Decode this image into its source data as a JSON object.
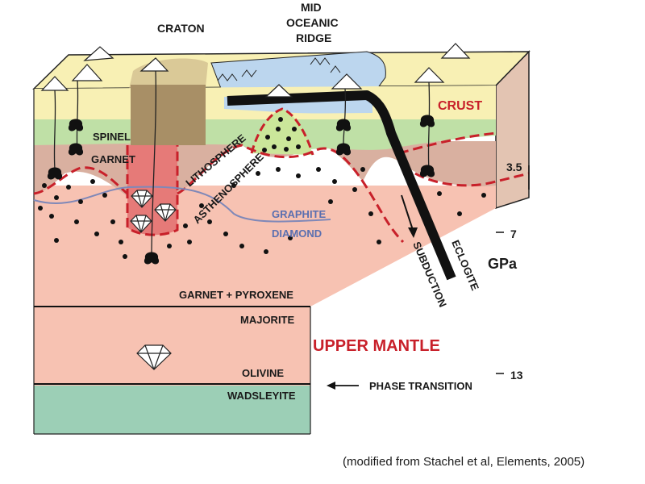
{
  "labels": {
    "craton": "CRATON",
    "mor_line1": "MID",
    "mor_line2": "OCEANIC",
    "mor_line3": "RIDGE",
    "crust": "CRUST",
    "spinel": "SPINEL",
    "garnet": "GARNET",
    "lithosphere": "LITHOSPHERE",
    "asthenosphere": "ASTHENOSPHERE",
    "graphite": "GRAPHITE",
    "diamond": "DIAMOND",
    "eclogite": "ECLOGITE",
    "subduction": "SUBDUCTION",
    "garnet_pyroxene": "GARNET + PYROXENE",
    "majorite": "MAJORITE",
    "upper_mantle": "UPPER MANTLE",
    "olivine": "OLIVINE",
    "wadsleyite": "WADSLEYITE",
    "phase_transition": "PHASE TRANSITION"
  },
  "pressure_scale": {
    "unit": "GPa",
    "ticks": [
      "3.5",
      "7",
      "13"
    ]
  },
  "caption": "(modified from Stachel et al, Elements, 2005)",
  "colors": {
    "surface_yellow": "#f8f0b4",
    "ocean_blue": "#bcd6ee",
    "spinel_green": "#bfe0a6",
    "craton_brown": "#a88f66",
    "lithosphere_tan": "#d9b0a0",
    "mantle_pink": "#f7c2b2",
    "diamond_root_red": "#e67a78",
    "wadsleyite_green": "#9ccfb6",
    "boundary_red": "#c8202a",
    "graphite_line": "#7f88b8"
  }
}
